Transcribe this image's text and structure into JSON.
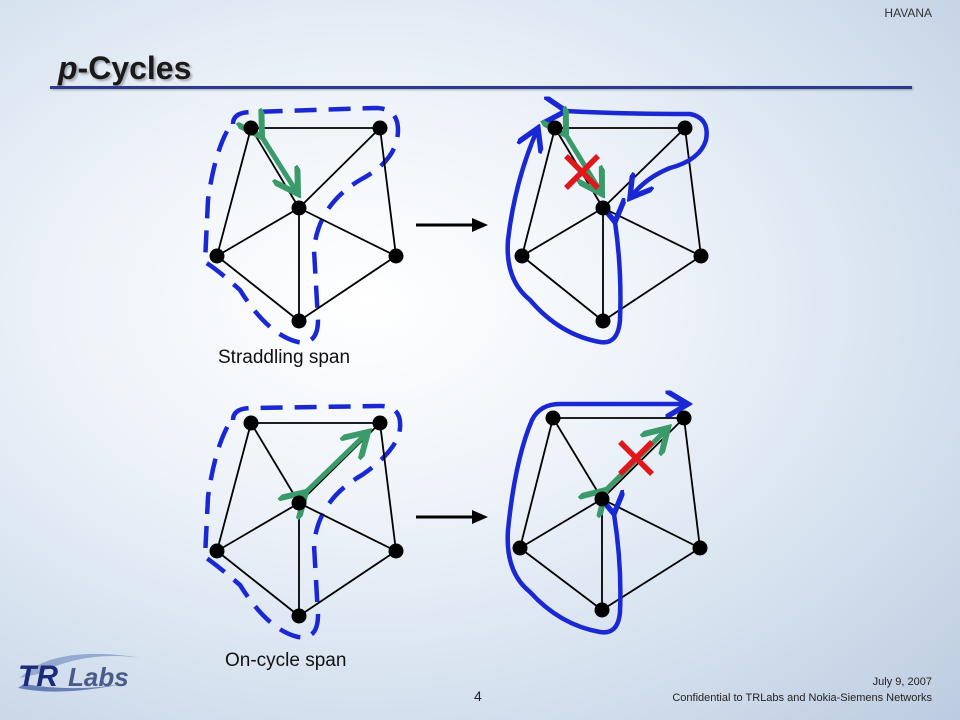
{
  "header": {
    "tag": "HAVANA"
  },
  "title": {
    "prefix": "p",
    "suffix": "-Cycles"
  },
  "captions": {
    "top": "Straddling span",
    "bottom": "On-cycle span"
  },
  "footer": {
    "date": "July 9, 2007",
    "confidential": "Confidential to TRLabs and Nokia-Siemens Networks",
    "page": "4"
  },
  "logo": {
    "text": "TRLabs"
  },
  "colors": {
    "title_rule": "#2b3c8f",
    "cycle_blue": "#1a28d4",
    "span_arrow": "#3a9a6a",
    "failure_x": "#e0161b",
    "node": "#000000"
  }
}
